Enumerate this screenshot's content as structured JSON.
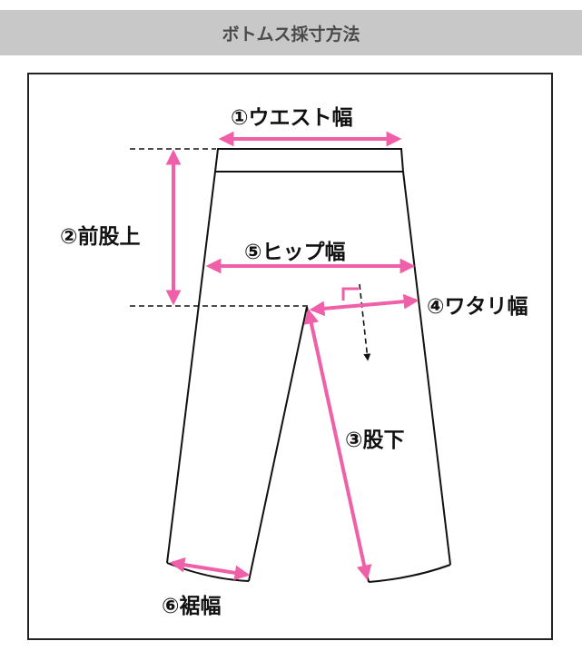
{
  "header": {
    "title": "ボトムス採寸方法"
  },
  "colors": {
    "accent": "#f060a8",
    "header_bg": "#c8c8c8",
    "header_text": "#4a4a4a",
    "outline": "#111111"
  },
  "labels": {
    "waist": "①ウエスト幅",
    "front_rise": "②前股上",
    "inseam": "③股下",
    "thigh": "④ワタリ幅",
    "hip": "⑤ヒップ幅",
    "hem": "⑥裾幅"
  }
}
